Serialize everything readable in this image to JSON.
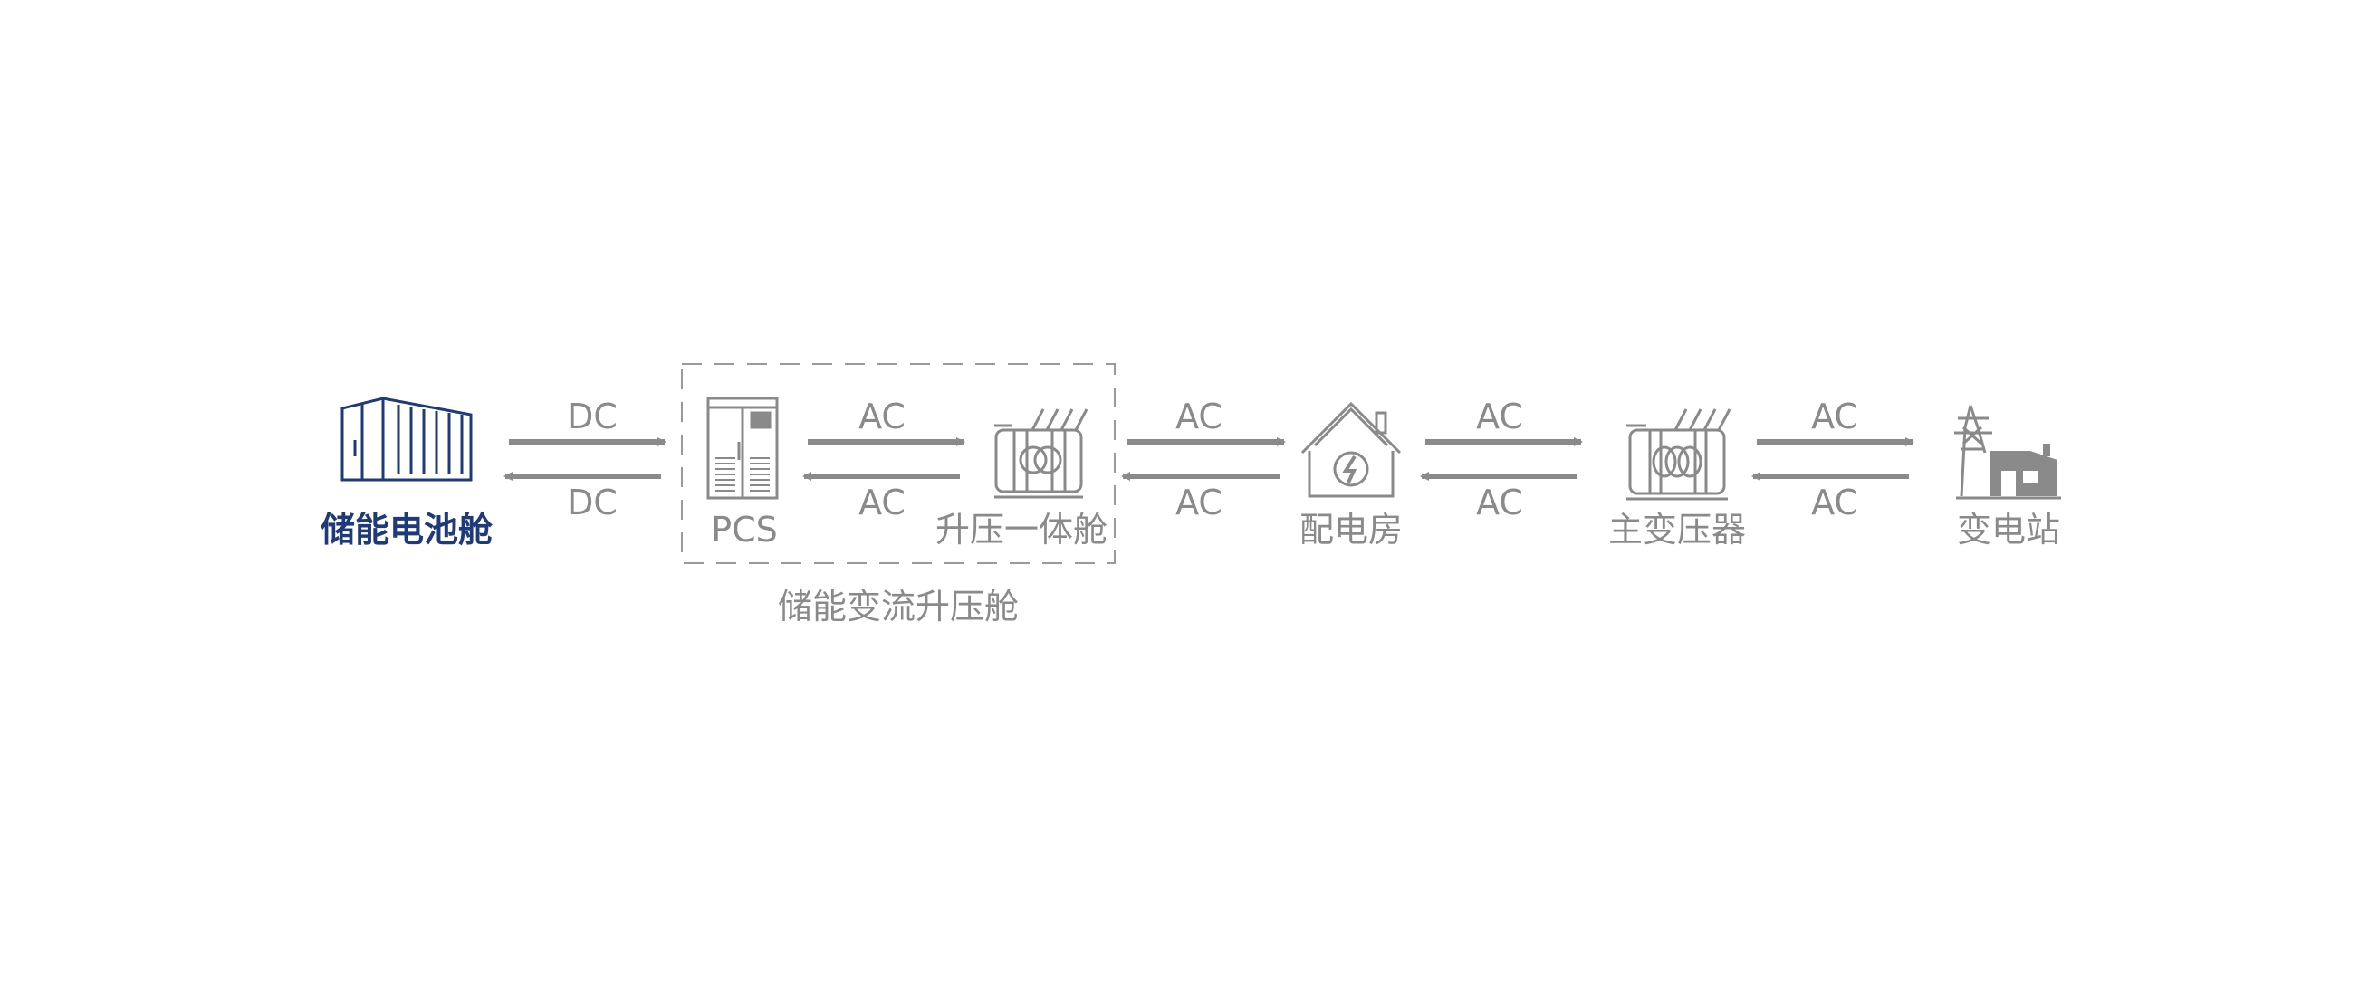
{
  "colors": {
    "primary": "#1f3a7a",
    "gray": "#8a8a8a",
    "background": "#ffffff"
  },
  "nodes": [
    {
      "label": "储能电池舱",
      "icon": "battery-container-icon"
    },
    {
      "label": "PCS",
      "icon": "pcs-cabinet-icon"
    },
    {
      "label": "升压一体舱",
      "icon": "transformer-icon"
    },
    {
      "label": "配电房",
      "icon": "power-house-icon"
    },
    {
      "label": "主变压器",
      "icon": "main-transformer-icon"
    },
    {
      "label": "变电站",
      "icon": "substation-icon"
    }
  ],
  "connections": [
    {
      "forward": "DC",
      "backward": "DC"
    },
    {
      "forward": "AC",
      "backward": "AC"
    },
    {
      "forward": "AC",
      "backward": "AC"
    },
    {
      "forward": "AC",
      "backward": "AC"
    },
    {
      "forward": "AC",
      "backward": "AC"
    }
  ],
  "group": {
    "label": "储能变流升压舱"
  }
}
